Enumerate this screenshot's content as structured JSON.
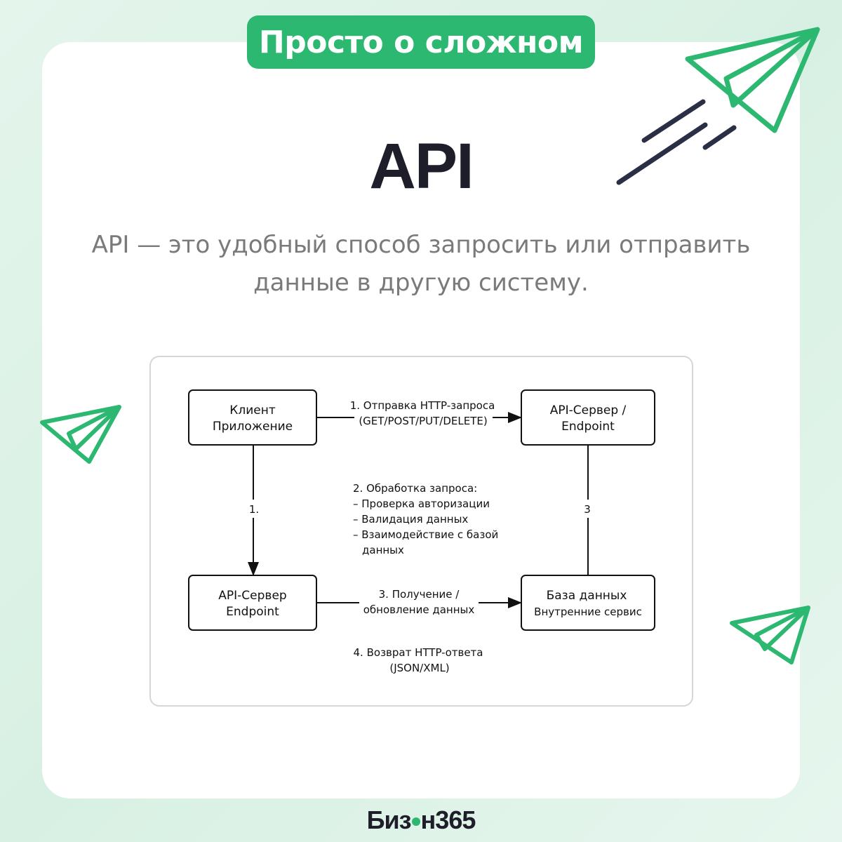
{
  "header": {
    "badge": "Просто о сложном"
  },
  "title": "API",
  "subtitle": {
    "line1": "API — это удобный способ запросить или отправить",
    "line2": "данные в другую систему."
  },
  "diagram": {
    "client": {
      "line1": "Клиент",
      "line2": "Приложение"
    },
    "api_top": {
      "line1": "API-Сервер /",
      "line2": "Endpoint"
    },
    "api_bottom": {
      "line1": "API-Сервер",
      "line2": "Endpoint"
    },
    "db": {
      "line1": "База данных",
      "line2": "Внутренние сервис"
    },
    "step1": {
      "line1": "1. Отправка HTTP-запроса",
      "line2": "(GET/POST/PUT/DELETE)"
    },
    "step1_short": "1.",
    "step2": {
      "line1": "2. Обработка запроса:",
      "line2": "– Проверка авторизации",
      "line3": "– Валидация данных",
      "line4": "– Взаимодействие с базой",
      "line5": "данных"
    },
    "step3_short": "3",
    "step3": {
      "line1": "3. Получение /",
      "line2": "обновление данных"
    },
    "step4": {
      "line1": "4. Возврат HTTP-ответа",
      "line2": "(JSON/XML)"
    }
  },
  "logo": {
    "part1": "Биз",
    "part2": "н365"
  },
  "colors": {
    "accent": "#2db872",
    "dark": "#1e1e2a"
  }
}
